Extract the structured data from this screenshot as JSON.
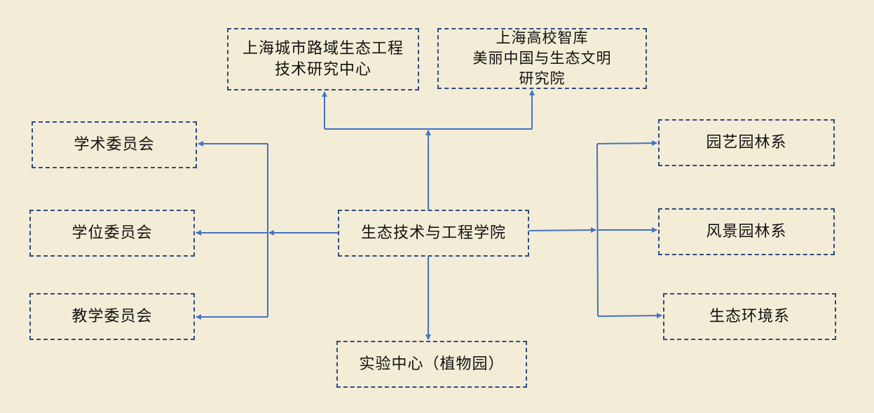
{
  "colors": {
    "background": "#f3edd7",
    "border": "#2f4c80",
    "connector": "#4472c4",
    "text": "#111111"
  },
  "diagram": {
    "center": "生态技术与工程学院",
    "top_left": [
      "上海城市路域生态工程",
      "技术研究中心"
    ],
    "top_right": [
      "上海高校智库",
      "美丽中国与生态文明",
      "研究院"
    ],
    "left": [
      "学术委员会",
      "学位委员会",
      "教学委员会"
    ],
    "right": [
      "园艺园林系",
      "风景园林系",
      "生态环境系"
    ],
    "bottom": "实验中心（植物园）"
  }
}
